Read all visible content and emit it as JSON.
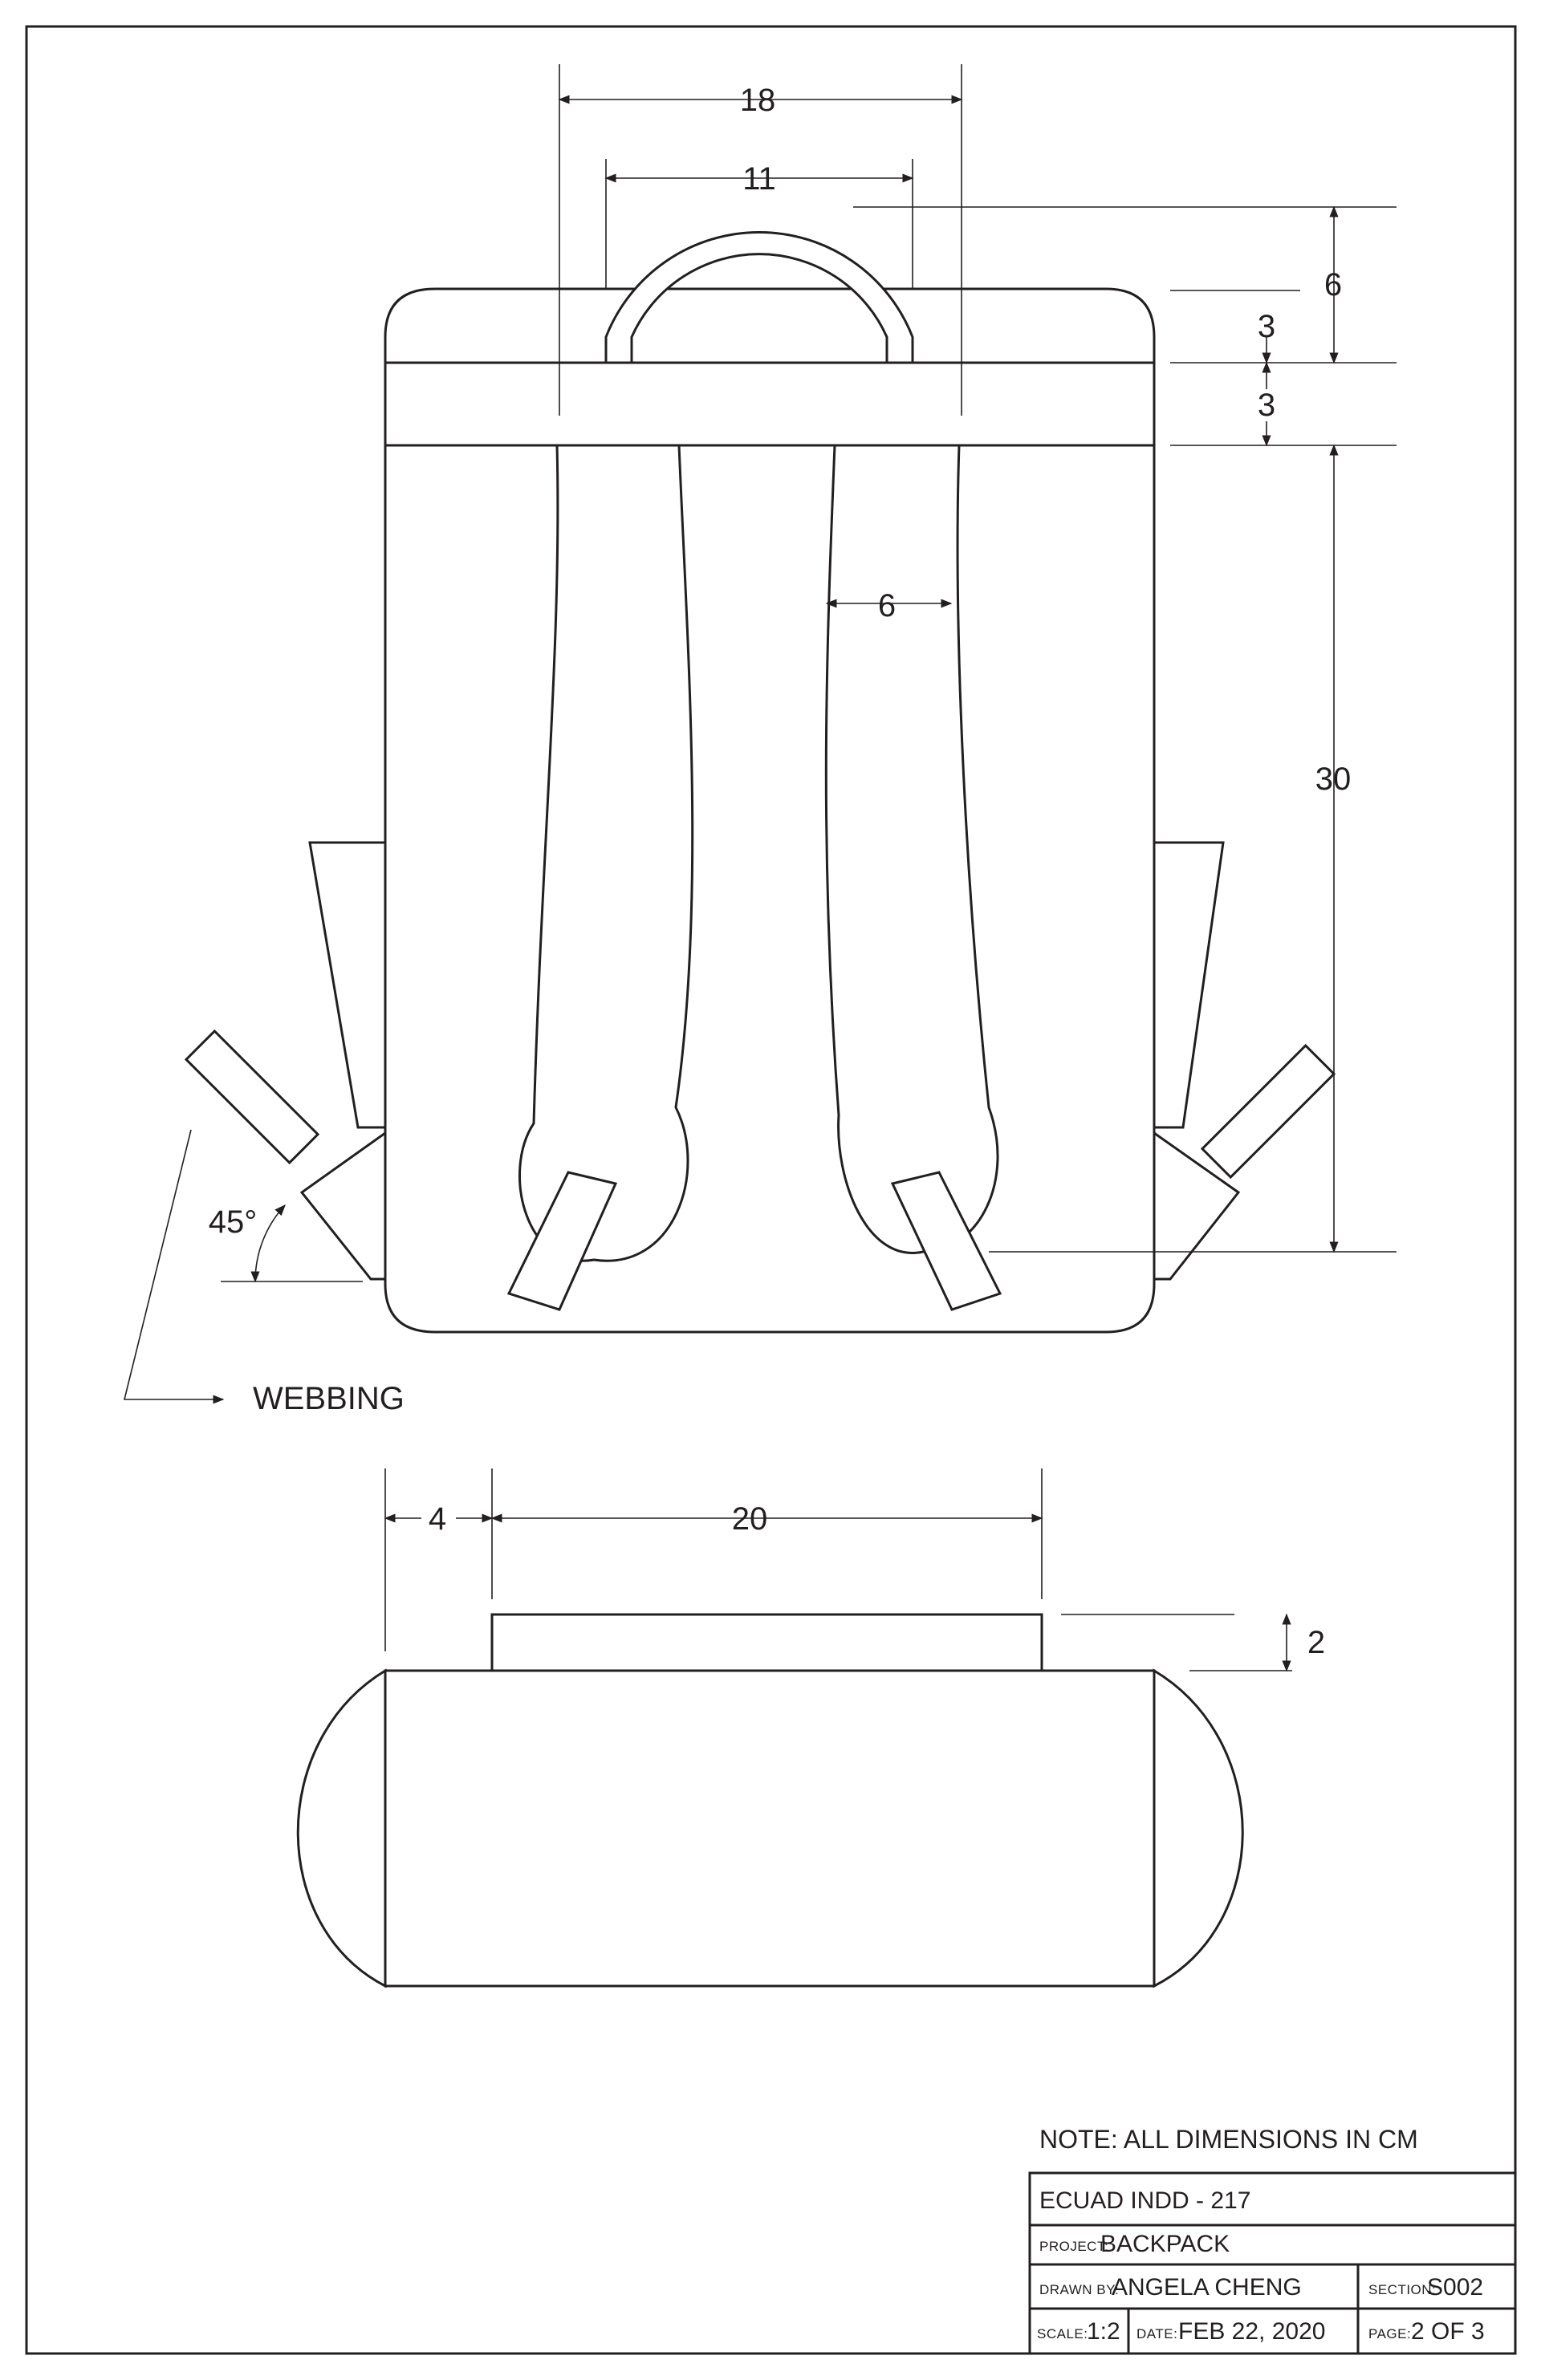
{
  "front_view": {
    "dimensions": {
      "handle_outer_width": "18",
      "handle_inner_width": "11",
      "handle_height": "6",
      "top_band_upper": "3",
      "top_band_lower": "3",
      "strap_width": "6",
      "body_height": "30"
    },
    "strap_angle": "45°",
    "callout": "WEBBING"
  },
  "bottom_view": {
    "dimensions": {
      "side_depth": "4",
      "base_width": "20",
      "base_height": "2"
    }
  },
  "note": "NOTE: ALL DIMENSIONS IN CM",
  "title_block": {
    "course": "ECUAD INDD - 217",
    "project_label": "PROJECT:",
    "project": "BACKPACK",
    "drawn_by_label": "DRAWN BY:",
    "drawn_by": "ANGELA CHENG",
    "section_label": "SECTION:",
    "section": "S002",
    "scale_label": "SCALE:",
    "scale": "1:2",
    "date_label": "DATE:",
    "date": "FEB 22, 2020",
    "page_label": "PAGE:",
    "page": "2 OF 3"
  }
}
